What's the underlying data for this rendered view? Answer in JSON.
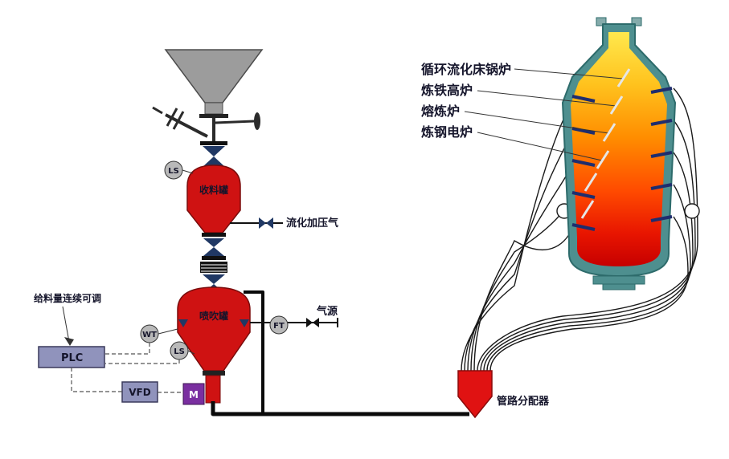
{
  "labels": {
    "receiving_tank": "收料罐",
    "injection_tank": "喷吹罐",
    "fluidizing_gas": "流化加压气",
    "gas_source": "气源",
    "feed_note": "给料量连续可调",
    "distributor": "管路分配器",
    "furnace_types": [
      "循环流化床锅炉",
      "炼铁高炉",
      "熔炼炉",
      "炼钢电炉"
    ]
  },
  "instruments": {
    "ls_top": "LS",
    "ls_bottom": "LS",
    "wt": "WT",
    "ft": "FT"
  },
  "devices": {
    "plc": "PLC",
    "vfd": "VFD",
    "motor": "M"
  },
  "colors": {
    "vessel_red": "#cf1212",
    "valve_navy": "#203864",
    "control_box_purple_gray": "#9093bc",
    "motor_purple": "#7a2fa0",
    "furnace_shell_teal": "#4e8f8f",
    "fire_top_yellow": "#ffe84d",
    "fire_bottom_red": "#c60000",
    "funnel_gray": "#9c9c9c",
    "pipe_black": "#111111"
  }
}
